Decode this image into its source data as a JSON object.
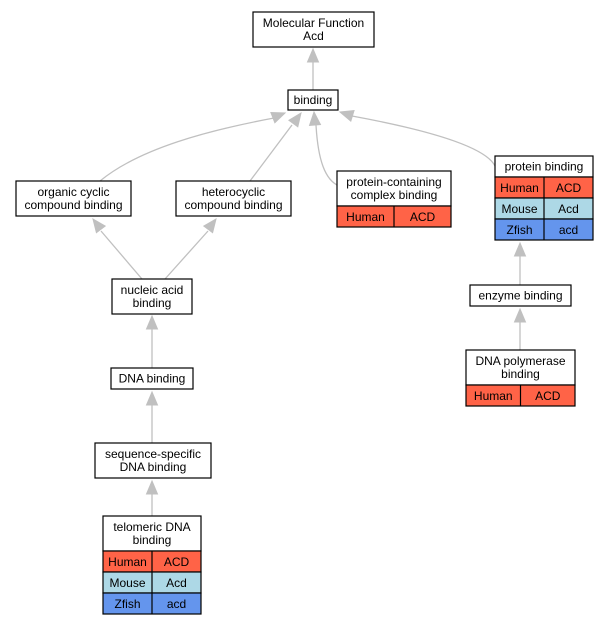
{
  "nodes": {
    "molecular_function": {
      "lines": [
        "Molecular Function",
        "Acd"
      ]
    },
    "binding": {
      "lines": [
        "binding"
      ]
    },
    "organic_cyclic": {
      "lines": [
        "organic cyclic",
        "compound binding"
      ]
    },
    "heterocyclic": {
      "lines": [
        "heterocyclic",
        "compound binding"
      ]
    },
    "protein_containing": {
      "lines": [
        "protein-containing",
        "complex binding"
      ],
      "annotations": [
        {
          "species": "Human",
          "gene": "ACD"
        }
      ]
    },
    "protein_binding": {
      "lines": [
        "protein binding"
      ],
      "annotations": [
        {
          "species": "Human",
          "gene": "ACD"
        },
        {
          "species": "Mouse",
          "gene": "Acd"
        },
        {
          "species": "Zfish",
          "gene": "acd"
        }
      ]
    },
    "nucleic_acid": {
      "lines": [
        "nucleic acid",
        "binding"
      ]
    },
    "enzyme_binding": {
      "lines": [
        "enzyme binding"
      ]
    },
    "dna_polymerase": {
      "lines": [
        "DNA polymerase",
        "binding"
      ],
      "annotations": [
        {
          "species": "Human",
          "gene": "ACD"
        }
      ]
    },
    "dna_binding": {
      "lines": [
        "DNA binding"
      ]
    },
    "sequence_specific": {
      "lines": [
        "sequence-specific",
        "DNA binding"
      ]
    },
    "telomeric": {
      "lines": [
        "telomeric DNA",
        "binding"
      ],
      "annotations": [
        {
          "species": "Human",
          "gene": "ACD"
        },
        {
          "species": "Mouse",
          "gene": "Acd"
        },
        {
          "species": "Zfish",
          "gene": "acd"
        }
      ]
    }
  },
  "species_colors": {
    "Human": "#ff6347",
    "Mouse": "#add8e6",
    "Zfish": "#6495ed"
  },
  "edge_color": "#c0c0c0"
}
